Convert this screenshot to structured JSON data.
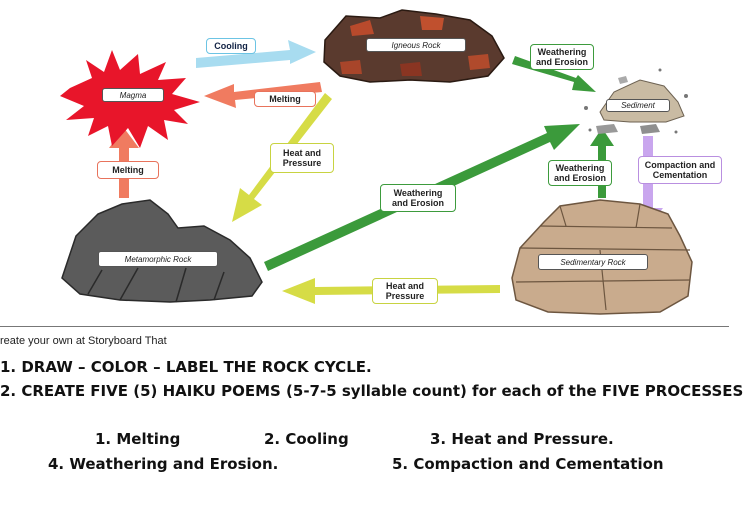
{
  "rocks": {
    "magma": "Magma",
    "igneous": "Igneous Rock",
    "sediment": "Sediment",
    "metamorphic": "Metamorphic Rock",
    "sedimentary": "Sedimentary Rock"
  },
  "arrows": {
    "cooling": "Cooling",
    "melting_top": "Melting",
    "melting_left": "Melting",
    "heat_pressure_top": "Heat and Pressure",
    "weathering_top": "Weathering and Erosion",
    "weathering_middle": "Weathering and Erosion",
    "weathering_right": "Weathering and Erosion",
    "compaction": "Compaction and Cementation",
    "heat_pressure_bottom": "Heat and Pressure"
  },
  "colors": {
    "cooling": "#a8dcf0",
    "melting": "#f07b60",
    "heat_pressure": "#d6dc46",
    "weathering": "#3b9a3b",
    "compaction": "#c9a6ee",
    "magma": "#e8152a"
  },
  "footer": {
    "credit": "reate your own at Storyboard That",
    "line1": "1.  DRAW – COLOR – LABEL THE ROCK CYCLE.",
    "line2": "2.  CREATE FIVE (5) HAIKU POEMS (5-7-5 syllable count) for each of the FIVE PROCESSES",
    "p1": "1.  Melting",
    "p2": "2.  Cooling",
    "p3": "3.  Heat and Pressure.",
    "p4": "4.  Weathering and Erosion.",
    "p5": "5.  Compaction and Cementation"
  }
}
